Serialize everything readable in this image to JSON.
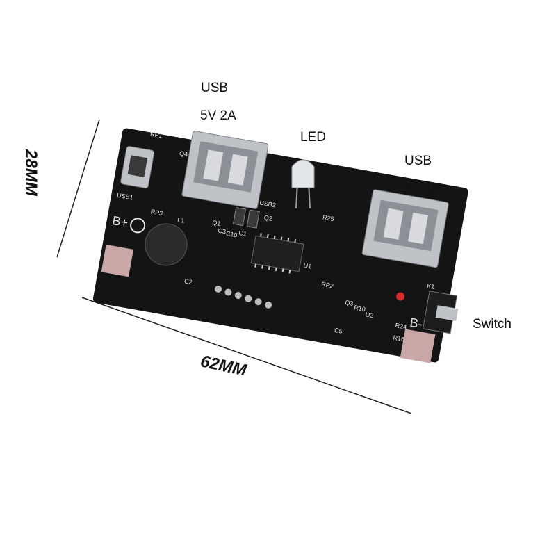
{
  "labels": {
    "usb_left": "USB",
    "usb_left_rating": "5V 2A",
    "led": "LED",
    "usb_right": "USB",
    "usb_right_rating": "5V 1A",
    "switch": "Switch"
  },
  "dimensions": {
    "height": "28MM",
    "width": "62MM"
  },
  "silkscreen": {
    "b_plus": "B+",
    "b_minus": "B-",
    "usb1": "USB1",
    "usb2": "USB2",
    "rp1": "RP1",
    "rp2": "RP2",
    "rp3": "RP3",
    "q1": "Q1",
    "q2": "Q2",
    "q3": "Q3",
    "q4": "Q4",
    "u1": "U1",
    "u2": "U2",
    "l1": "L1",
    "c1": "C1",
    "c2": "C2",
    "c3": "C3",
    "c5": "C5",
    "c10": "C10",
    "r25": "R25",
    "r24": "R24",
    "r16": "R16",
    "r10": "R10",
    "k1": "K1"
  },
  "colors": {
    "pcb": "#141414",
    "silk": "#e6e6e6",
    "metal": "#bfc3c8",
    "pad": "#c9a7a7",
    "line": "#222222"
  }
}
